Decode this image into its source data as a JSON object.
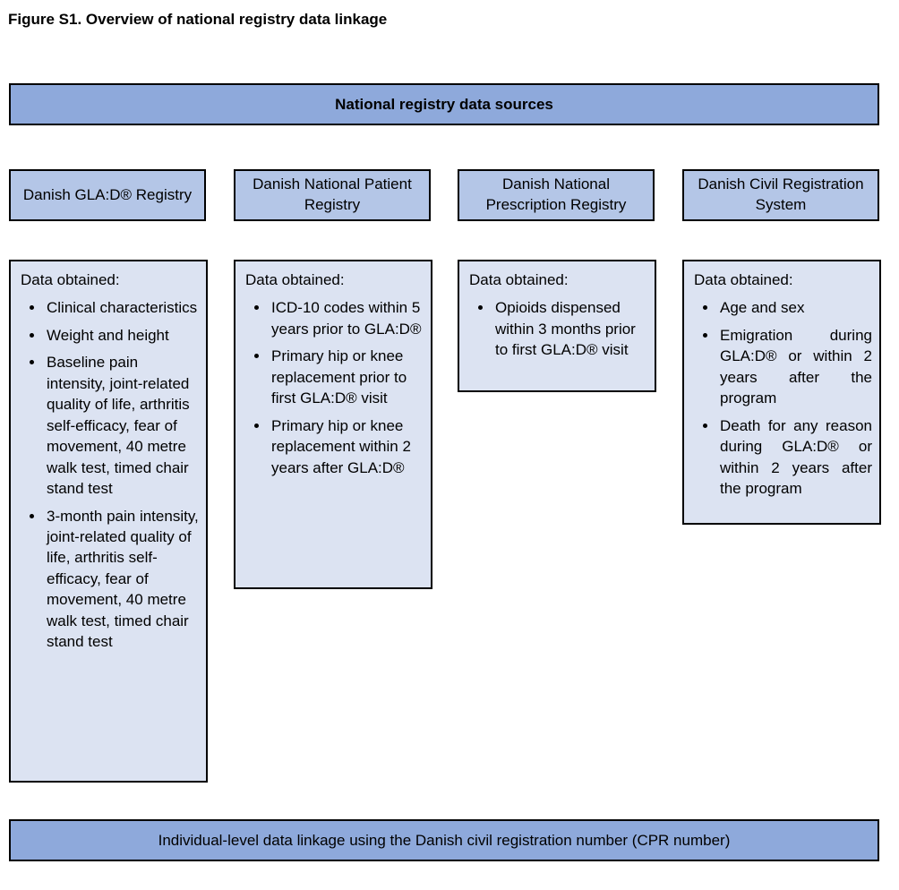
{
  "title": "Figure S1. Overview of national registry data linkage",
  "top_banner": "National registry data sources",
  "bottom_banner": "Individual-level data linkage using the Danish civil registration number (CPR number)",
  "data_obtained_label": "Data obtained:",
  "colors": {
    "banner": "#8EA9DB",
    "header_box": "#B4C6E7",
    "content_box": "#DCE3F2",
    "border": "#000000"
  },
  "columns": [
    {
      "header": "Danish GLA:D® Registry",
      "bullets": [
        "Clinical characteristics",
        "Weight and height",
        "Baseline pain intensity, joint-related quality of life, arthritis self-efficacy, fear of movement, 40 metre walk test, timed chair stand test",
        "3-month pain intensity, joint-related quality of life, arthritis self-efficacy, fear of movement, 40 metre walk test, timed chair stand test"
      ]
    },
    {
      "header": "Danish National Patient Registry",
      "bullets": [
        "ICD-10 codes within 5 years prior to GLA:D®",
        "Primary hip or knee replacement prior to first GLA:D® visit",
        "Primary hip or knee replacement within 2 years after GLA:D®"
      ]
    },
    {
      "header": "Danish National Prescription Registry",
      "bullets": [
        "Opioids dispensed within 3 months prior to first GLA:D® visit"
      ]
    },
    {
      "header": "Danish Civil Registration System",
      "bullets": [
        "Age and sex",
        "Emigration during GLA:D® or within 2 years after the program",
        "Death for any reason during GLA:D® or within 2 years after the program"
      ]
    }
  ]
}
